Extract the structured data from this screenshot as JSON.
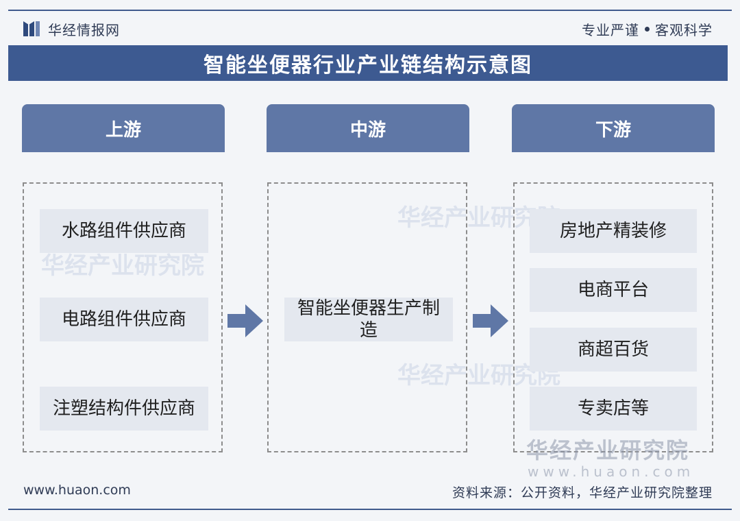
{
  "header": {
    "brand_name": "华经情报网",
    "slogan_left": "专业严谨",
    "slogan_right": "客观科学"
  },
  "title": "智能坐便器行业产业链结构示意图",
  "stages": {
    "upstream": {
      "heading": "上游",
      "items": [
        "水路组件供应商",
        "电路组件供应商",
        "注塑结构件供应商"
      ]
    },
    "midstream": {
      "heading": "中游",
      "items": [
        "智能坐便器生产制造"
      ]
    },
    "downstream": {
      "heading": "下游",
      "items": [
        "房地产精装修",
        "电商平台",
        "商超百货",
        "专卖店等"
      ]
    }
  },
  "watermark": {
    "name": "华经产业研究院",
    "url": "www.huaon.com"
  },
  "footer": {
    "url": "www.huaon.com",
    "source": "资料来源：公开资料，华经产业研究院整理"
  },
  "colors": {
    "title_bar": "#3d5a91",
    "stage_head": "#5f77a6",
    "item_bg": "#e4e8ef",
    "arrow": "#5f77a6"
  },
  "icons": {
    "brand": "huajing-logo-icon",
    "arrow": "right-arrow-icon"
  }
}
